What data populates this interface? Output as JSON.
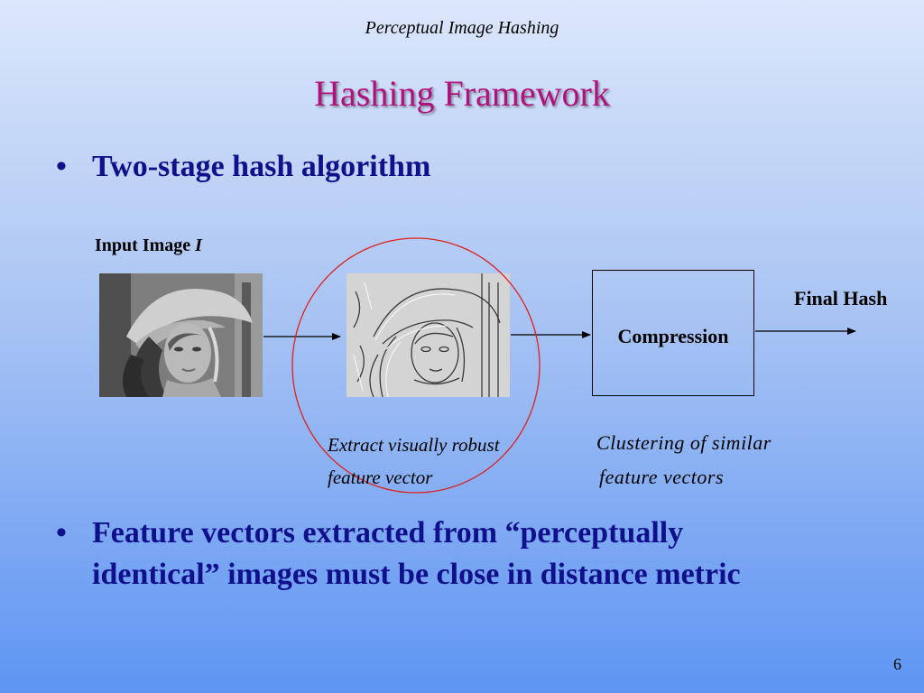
{
  "header": {
    "text": "Perceptual Image Hashing"
  },
  "title": "Hashing Framework",
  "bullets": [
    {
      "text": "Two-stage hash algorithm"
    },
    {
      "line1": "Feature vectors extracted from “perceptually",
      "line2": "identical” images must be close in distance metric"
    }
  ],
  "bullet_symbol": "•",
  "diagram": {
    "input_label": "Input Image ",
    "input_label_var": "I",
    "compression_label": "Compression",
    "final_label": "Final Hash",
    "caption_extract": {
      "line1": "Extract visually robust",
      "line2": "feature vector"
    },
    "caption_cluster": {
      "line1": "Clustering of similar",
      "line2": "feature vectors"
    }
  },
  "page_number": "6",
  "colors": {
    "title": "#b0117d",
    "bullet_text": "#10108c",
    "circle": "#e0201e"
  }
}
